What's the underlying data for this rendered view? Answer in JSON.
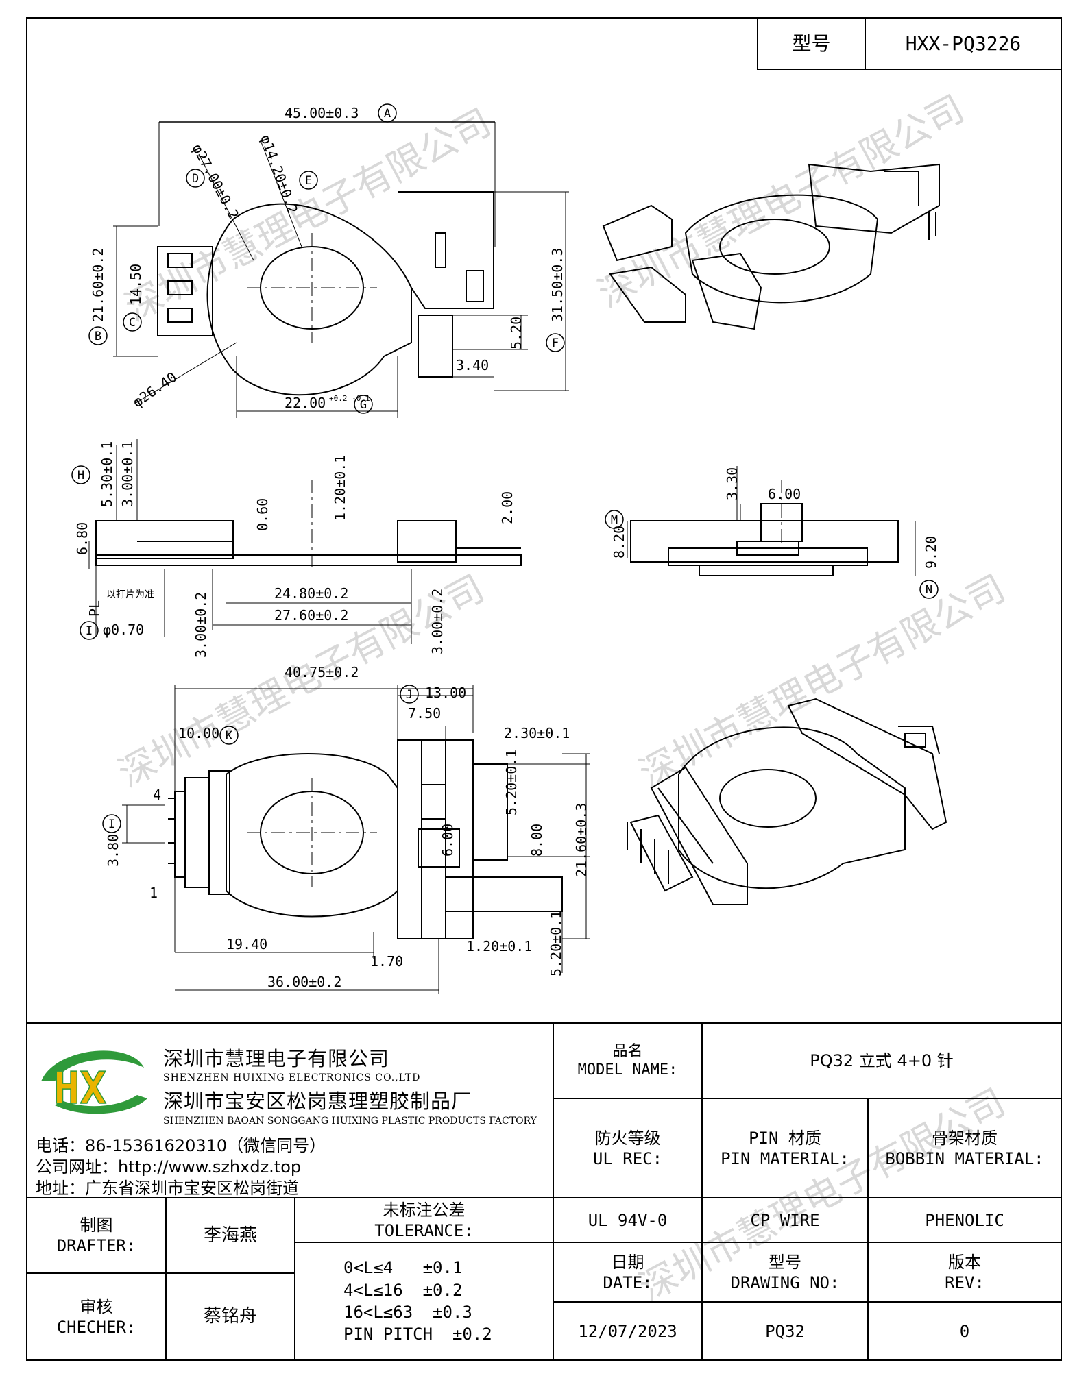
{
  "header": {
    "type_label": "型号",
    "type_value": "HXX-PQ3226"
  },
  "watermark": "深圳市慧理电子有限公司",
  "dims": {
    "top_width": "45.00±0.3",
    "phi_d": "φ27.00±0.2",
    "phi_e": "φ14.20±0.2",
    "h21": "21.60±0.2",
    "c14": "14.50",
    "phi26": "φ26.40",
    "w22": "22.00",
    "tol22": "+0.2 -0.1",
    "f31": "31.50±0.3",
    "d520": "5.20",
    "d340": "3.40",
    "h530": "5.30±0.1",
    "h300": "3.00±0.1",
    "d680": "6.80",
    "d060": "0.60",
    "d120": "1.20±0.1",
    "d200": "2.00",
    "d2480": "24.80±0.2",
    "d2760": "27.60±0.2",
    "pl": "PL",
    "pl_note": "以打片为准",
    "phi070": "φ0.70",
    "d300b": "3.00±0.2",
    "d300c": "3.00±0.2",
    "d330": "3.30",
    "d600": "6.00",
    "d820": "8.20",
    "d920": "9.20",
    "w4075": "40.75±0.2",
    "d1300": "13.00",
    "d750": "7.50",
    "d230": "2.30±0.1",
    "d1000": "10.00",
    "d380": "3.80",
    "d520b": "5.20±0.1",
    "d600b": "6.00",
    "d800": "8.00",
    "d2160": "21.60±0.3",
    "d1940": "19.40",
    "d170": "1.70",
    "d120b": "1.20±0.1",
    "d520c": "5.20±0.1",
    "d3600": "36.00±0.2",
    "pin4": "4",
    "pin1": "1",
    "lA": "A",
    "lB": "B",
    "lC": "C",
    "lD": "D",
    "lE": "E",
    "lF": "F",
    "lG": "G",
    "lH": "H",
    "lI": "I",
    "lJ": "J",
    "lK": "K",
    "lM": "M",
    "lN": "N"
  },
  "company": {
    "name_cn": "深圳市慧理电子有限公司",
    "name_en": "SHENZHEN HUIXING ELECTRONICS CO.,LTD",
    "factory_cn": "深圳市宝安区松岗惠理塑胶制品厂",
    "factory_en": "SHENZHEN BAOAN SONGGANG HUIXING PLASTIC PRODUCTS FACTORY",
    "phone": "电话：86-15361620310（微信同号）",
    "website": "公司网址：http://www.szhxdz.top",
    "address": "地址：广东省深圳市宝安区松岗街道",
    "logo_text": "HX"
  },
  "titleblock": {
    "model_name_cn": "品名",
    "model_name_en": "MODEL NAME:",
    "model_name_value": "PQ32 立式 4+0 针",
    "ul_cn": "防火等级",
    "ul_en": "UL REC:",
    "pin_mat_cn": "PIN 材质",
    "pin_mat_en": "PIN MATERIAL:",
    "bob_mat_cn": "骨架材质",
    "bob_mat_en": "BOBBIN MATERIAL:",
    "ul_value": "UL 94V-0",
    "pin_value": "CP WIRE",
    "bob_value": "PHENOLIC",
    "drafter_cn": "制图",
    "drafter_en": "DRAFTER:",
    "drafter_value": "李海燕",
    "checker_cn": "审核",
    "checker_en": "CHECHER:",
    "checker_value": "蔡铭舟",
    "tol_cn": "未标注公差",
    "tol_en": "TOLERANCE:",
    "tol_lines": [
      "0<L≤4   ±0.1",
      "4<L≤16  ±0.2",
      "16<L≤63  ±0.3",
      "PIN PITCH  ±0.2"
    ],
    "date_cn": "日期",
    "date_en": "DATE:",
    "dwg_cn": "型号",
    "dwg_en": "DRAWING NO:",
    "rev_cn": "版本",
    "rev_en": "REV:",
    "date_value": "12/07/2023",
    "dwg_value": "PQ32",
    "rev_value": "0"
  }
}
